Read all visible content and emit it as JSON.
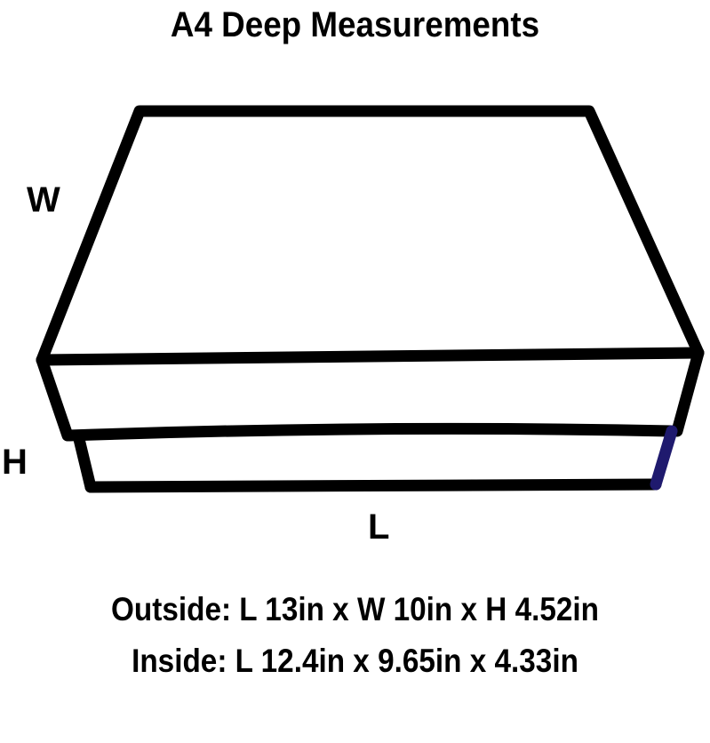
{
  "title": "A4 Deep Measurements",
  "diagram": {
    "type": "box-with-lid",
    "labels": {
      "width": "W",
      "height": "H",
      "length": "L"
    },
    "colors": {
      "outline": "#000000",
      "height_edge_highlight": "#1f1a6e",
      "background": "#ffffff"
    }
  },
  "specs": {
    "outside": "Outside: L 13in x W 10in x H 4.52in",
    "inside": "Inside: L 12.4in x 9.65in x 4.33in"
  },
  "measurements": {
    "outside": {
      "length": "13in",
      "width": "10in",
      "height": "4.52in"
    },
    "inside": {
      "length": "12.4in",
      "width": "9.65in",
      "height": "4.33in"
    }
  }
}
